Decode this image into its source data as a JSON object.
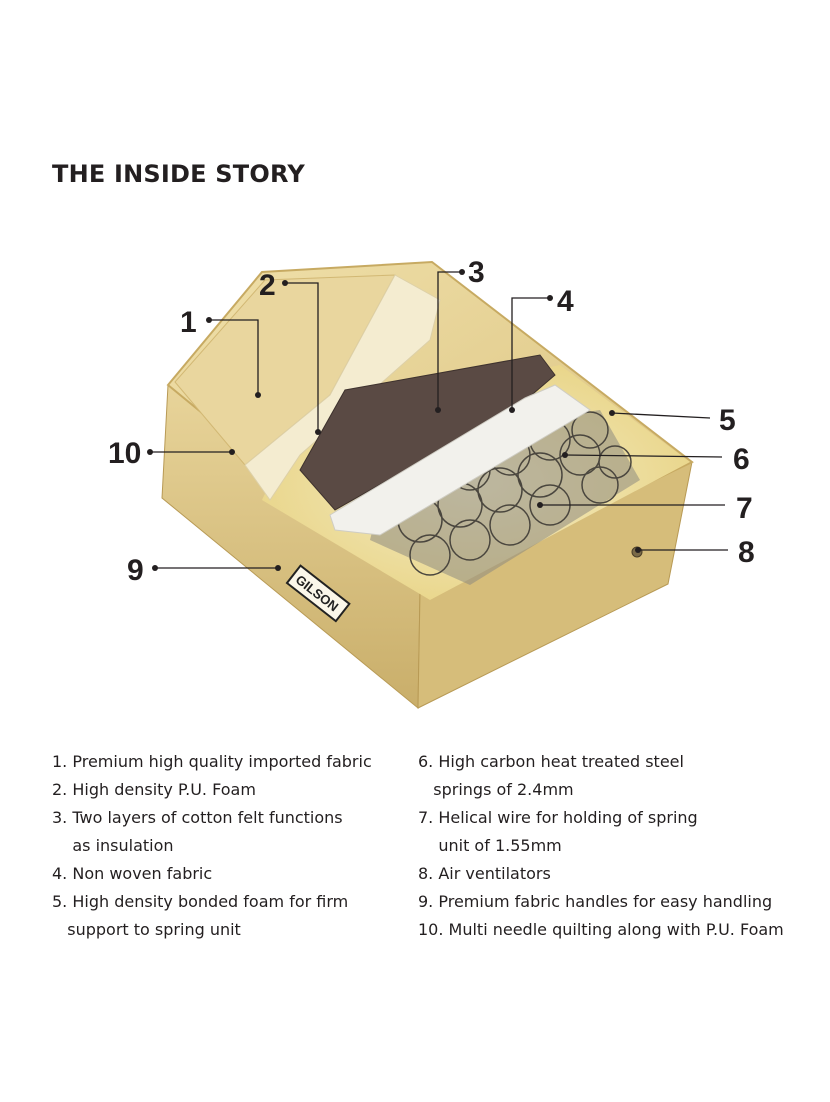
{
  "title": "THE INSIDE STORY",
  "brand_label": "GILSON",
  "callouts": [
    "1",
    "2",
    "3",
    "4",
    "5",
    "6",
    "7",
    "8",
    "9",
    "10"
  ],
  "legend_left": [
    "1. Premium high quality imported fabric",
    "2. High density P.U. Foam",
    "3. Two layers of cotton felt functions",
    "    as insulation",
    "4. Non woven fabric",
    "5. High density bonded foam for firm",
    "   support to spring unit"
  ],
  "legend_right": [
    "6. High carbon heat treated steel",
    "   springs of 2.4mm",
    "7. Helical wire for holding of spring",
    "    unit of 1.55mm",
    "8. Air ventilators",
    "9. Premium fabric handles for easy handling",
    "10. Multi needle quilting along with P.U. Foam"
  ],
  "colors": {
    "fabric": "#e3cf96",
    "foam": "#f2e8bd",
    "felt": "#5a4a44",
    "text": "#231f20"
  }
}
